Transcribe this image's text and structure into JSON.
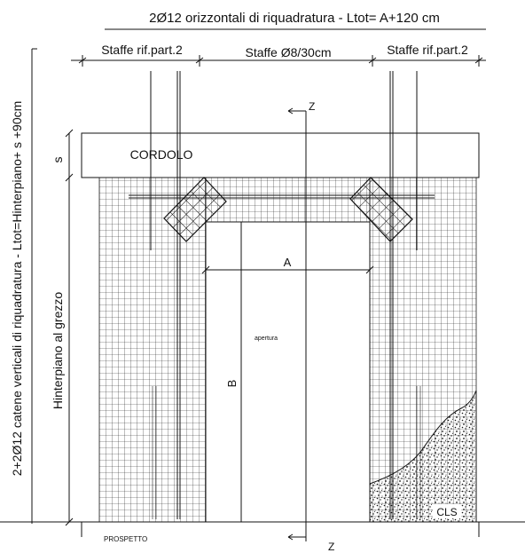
{
  "drawing": {
    "top_title": "2Ø12 orizzontali di riquadratura - Ltot= A+120 cm",
    "left_title": "2+2Ø12 catene verticali di riquadratura - Ltot=Hinterpiano+ s +90cm",
    "staffe_left": "Staffe rif.part.2",
    "staffe_center": "Staffe Ø8/30cm",
    "staffe_right": "Staffe rif.part.2",
    "cordolo": "CORDOLO",
    "s_label": "s",
    "hinterpiano": "Hinterpiano al grezzo",
    "a_label": "A",
    "b_label": "B",
    "apertura": "apertura",
    "cls": "CLS",
    "prospetto": "PROSPETTO",
    "z_top": "Z",
    "z_bottom": "Z"
  }
}
